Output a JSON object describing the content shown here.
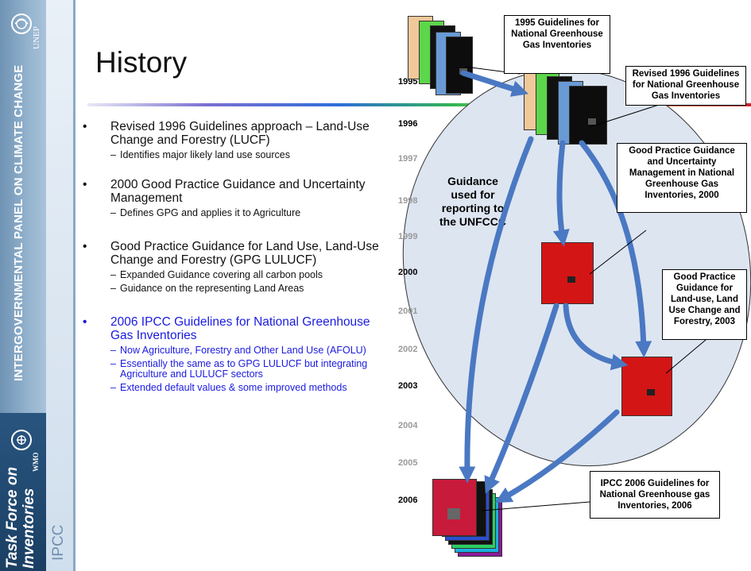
{
  "sidebar": {
    "vertical_title": "INTERGOVERNMENTAL PANEL ON CLIMATE CHANGE",
    "unep": "UNEP",
    "wmo": "WMO",
    "task_force_line1": "Task Force on",
    "task_force_line2": "Inventories",
    "ipcc": "IPCC"
  },
  "title": "History",
  "bullets": [
    {
      "text": "Revised 1996 Guidelines approach – Land-Use Change and Forestry (LUCF)",
      "subs": [
        "Identifies major likely land use sources"
      ]
    },
    {
      "text": "2000 Good Practice Guidance and Uncertainty Management",
      "subs": [
        "Defines GPG and applies it to Agriculture"
      ]
    },
    {
      "text": "Good Practice Guidance for Land Use, Land-Use Change and Forestry (GPG LULUCF)",
      "subs": [
        "Expanded Guidance covering all carbon pools",
        "Guidance on the representing Land Areas"
      ]
    },
    {
      "text": "2006 IPCC Guidelines for National Greenhouse Gas Inventories",
      "subs": [
        "Now Agriculture, Forestry and Other Land Use (AFOLU)",
        "Essentially the same as  to GPG LULUCF  but integrating Agriculture and LULUCF sectors",
        "Extended default values & some improved methods"
      ]
    }
  ],
  "bullet_marker": "•",
  "sub_marker": "–",
  "years": [
    "1995",
    "1996",
    "1997",
    "1998",
    "1999",
    "2000",
    "2001",
    "2002",
    "2003",
    "2004",
    "2005",
    "2006"
  ],
  "bold_years": [
    "1995",
    "1996",
    "2000",
    "2003",
    "2006"
  ],
  "guidance_label": "Guidance used for reporting to the UNFCCC",
  "callouts": {
    "c1995": "1995 Guidelines for National Greenhouse Gas Inventories",
    "c1996": "Revised 1996 Guidelines for National Greenhouse Gas Inventories",
    "c2000": "Good Practice Guidance and Uncertainty Management in National Greenhouse Gas Inventories, 2000",
    "c2003": "Good Practice Guidance for Land-use, Land Use Change and Forestry, 2003",
    "c2006": "IPCC 2006 Guidelines for National Greenhouse gas Inventories, 2006"
  },
  "colors": {
    "arrow": "#4a78c2",
    "bullet_highlight": "#1a1ae0",
    "ellipse_fill": "#dde5f1",
    "report_red": "#d41515",
    "sidebar_blue": "#6f93b4"
  }
}
